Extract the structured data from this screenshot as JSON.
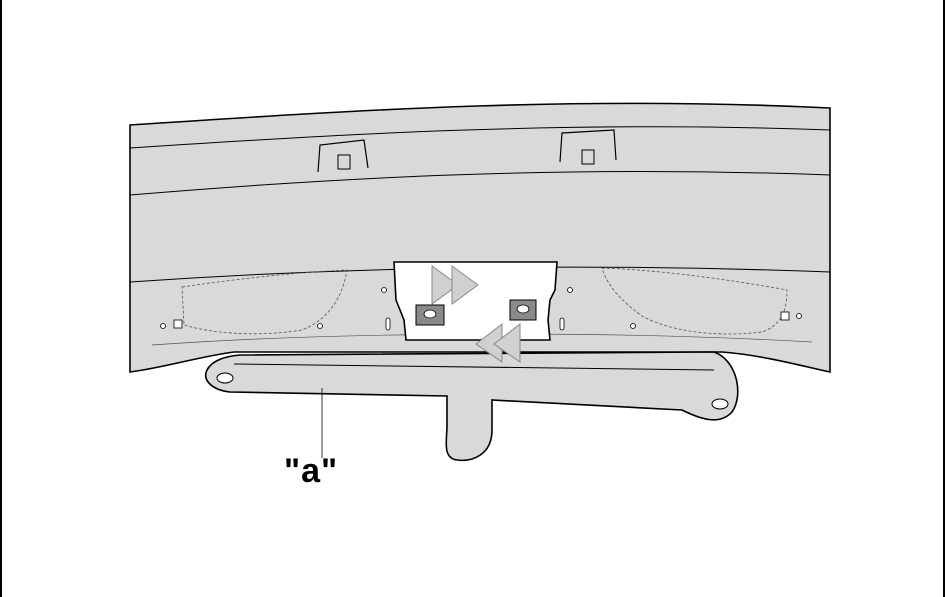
{
  "figure": {
    "callout_label": "\"a\"",
    "colors": {
      "panel_fill": "#d9d9d9",
      "outline": "#000000",
      "arrow_fill": "#d0d0d0",
      "bracket_fill": "#ffffff",
      "clip_fill": "#8a8a8a"
    },
    "arrows": [
      {
        "name": "slide-in-arrow",
        "direction": "right"
      },
      {
        "name": "slide-out-arrow",
        "direction": "left"
      }
    ]
  }
}
